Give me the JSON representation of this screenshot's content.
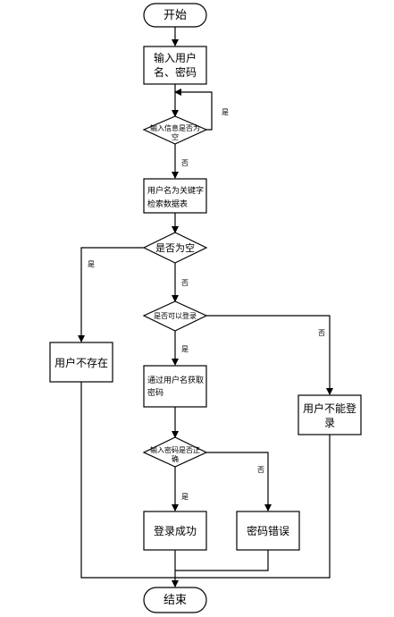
{
  "nodes": {
    "start": "开始",
    "input_line1": "输入用户",
    "input_line2": "名、密码",
    "check_empty_line1": "输入信息是否为",
    "check_empty_line2": "空",
    "search_line1": "用户名为关键字",
    "search_line2": "检索数据表",
    "is_empty": "是否为空",
    "user_not_exist": "用户不存在",
    "can_login": "是否可以登录",
    "get_pwd_line1": "通过用户名获取",
    "get_pwd_line2": "密码",
    "cannot_login_line1": "用户不能登",
    "cannot_login_line2": "录",
    "pwd_correct_line1": "输入密码是否正",
    "pwd_correct_line2": "确",
    "login_success": "登录成功",
    "pwd_error": "密码错误",
    "end": "结束"
  },
  "edge_labels": {
    "loop_yes": "是",
    "check_empty_no": "否",
    "is_empty_yes": "是",
    "is_empty_no": "否",
    "can_login_yes": "是",
    "can_login_no": "否",
    "pwd_correct_yes": "是",
    "pwd_correct_no": "否"
  }
}
